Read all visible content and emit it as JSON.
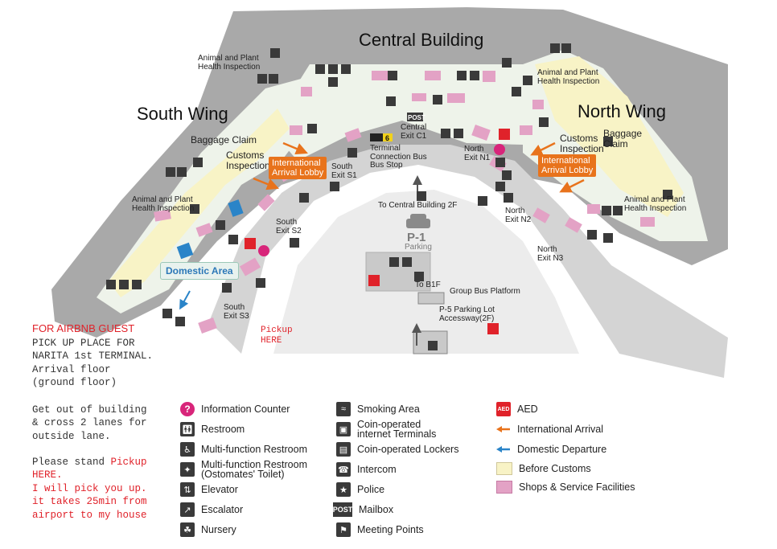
{
  "map": {
    "buildings": {
      "central": "Central Building",
      "south": "South Wing",
      "north": "North Wing"
    },
    "labels": {
      "animal_plant_top_left": "Animal and Plant\nHealth Inspection",
      "animal_plant_top_right": "Animal and Plant\nHealth Inspection",
      "animal_plant_left": "Animal and Plant\nHealth Inspection",
      "animal_plant_right": "Animal and Plant\nHealth Inspection",
      "baggage_claim_south": "Baggage Claim",
      "customs_south": "Customs\nInspection",
      "baggage_claim_north": "Baggage\nClaim",
      "customs_north": "Customs\nInspection",
      "intl_lobby_south": "International\nArrival Lobby",
      "intl_lobby_north": "International\nArrival Lobby",
      "domestic_area": "Domestic Area",
      "central_exit": "Central\nExit C1",
      "south_exit_s1": "South\nExit S1",
      "south_exit_s2": "South\nExit S2",
      "south_exit_s3": "South\nExit S3",
      "north_exit_n1": "North\nExit N1",
      "north_exit_n2": "North\nExit N2",
      "north_exit_n3": "North\nExit N3",
      "bus_stop": "Terminal\nConnection Bus\nBus Stop",
      "bus_number": "6",
      "to_central_2f": "To Central Building 2F",
      "parking_code": "P-1",
      "parking": "Parking",
      "to_b1f": "To B1F",
      "group_bus": "Group Bus Platform",
      "p5_accessway": "P-5 Parking Lot\nAccessway(2F)",
      "pickup_here": "Pickup\nHERE",
      "post": "POST",
      "aed": "AED"
    }
  },
  "notes": {
    "heading": "FOR AIRBNB GUEST",
    "line1": "PICK UP PLACE FOR\nNARITA 1st TERMINAL.\nArrival floor\n(ground floor)",
    "line2": "Get out of building\n& cross 2 lanes for\noutside lane.",
    "stand_prefix": "Please stand ",
    "stand_pickup": "Pickup\nHERE.",
    "will_pick": "I will pick you up.\nit takes 25min from\nairport to my house"
  },
  "legend": {
    "col1": [
      {
        "icon": "information-counter-icon",
        "label": "Information Counter"
      },
      {
        "icon": "restroom-icon",
        "label": "Restroom"
      },
      {
        "icon": "multifunction-restroom-icon",
        "label": "Multi-function Restroom"
      },
      {
        "icon": "ostomate-toilet-icon",
        "label": "Multi-function Restroom\n(Ostomates' Toilet)"
      },
      {
        "icon": "elevator-icon",
        "label": "Elevator"
      },
      {
        "icon": "escalator-icon",
        "label": "Escalator"
      },
      {
        "icon": "nursery-icon",
        "label": "Nursery"
      }
    ],
    "col2": [
      {
        "icon": "smoking-area-icon",
        "label": "Smoking Area"
      },
      {
        "icon": "internet-terminal-icon",
        "label": "Coin-operated\ninternet Terminals"
      },
      {
        "icon": "locker-icon",
        "label": "Coin-operated Lockers"
      },
      {
        "icon": "intercom-icon",
        "label": "Intercom"
      },
      {
        "icon": "police-icon",
        "label": "Police"
      },
      {
        "icon": "mailbox-icon",
        "label": "Mailbox",
        "badge": "POST"
      },
      {
        "icon": "meeting-points-icon",
        "label": "Meeting Points"
      }
    ],
    "col3": [
      {
        "icon": "aed-icon",
        "label": "AED",
        "badge": "AED"
      },
      {
        "icon": "international-arrival-arrow-icon",
        "label": "International Arrival"
      },
      {
        "icon": "domestic-departure-arrow-icon",
        "label": "Domestic Departure"
      },
      {
        "icon": "before-customs-swatch-icon",
        "label": "Before Customs"
      },
      {
        "icon": "shops-swatch-icon",
        "label": "Shops & Service Facilities"
      }
    ]
  },
  "colors": {
    "building": "#a9a9a9",
    "floor_before_customs": "#f8f3c6",
    "floor_general": "#eef3ea",
    "shops": "#e3a2c5",
    "road": "#d6d6d6",
    "intl_arrival": "#e8731c",
    "domestic": "#2a84c8",
    "info": "#d8257a",
    "aed": "#e0222a",
    "notes_red": "#e0222a"
  }
}
